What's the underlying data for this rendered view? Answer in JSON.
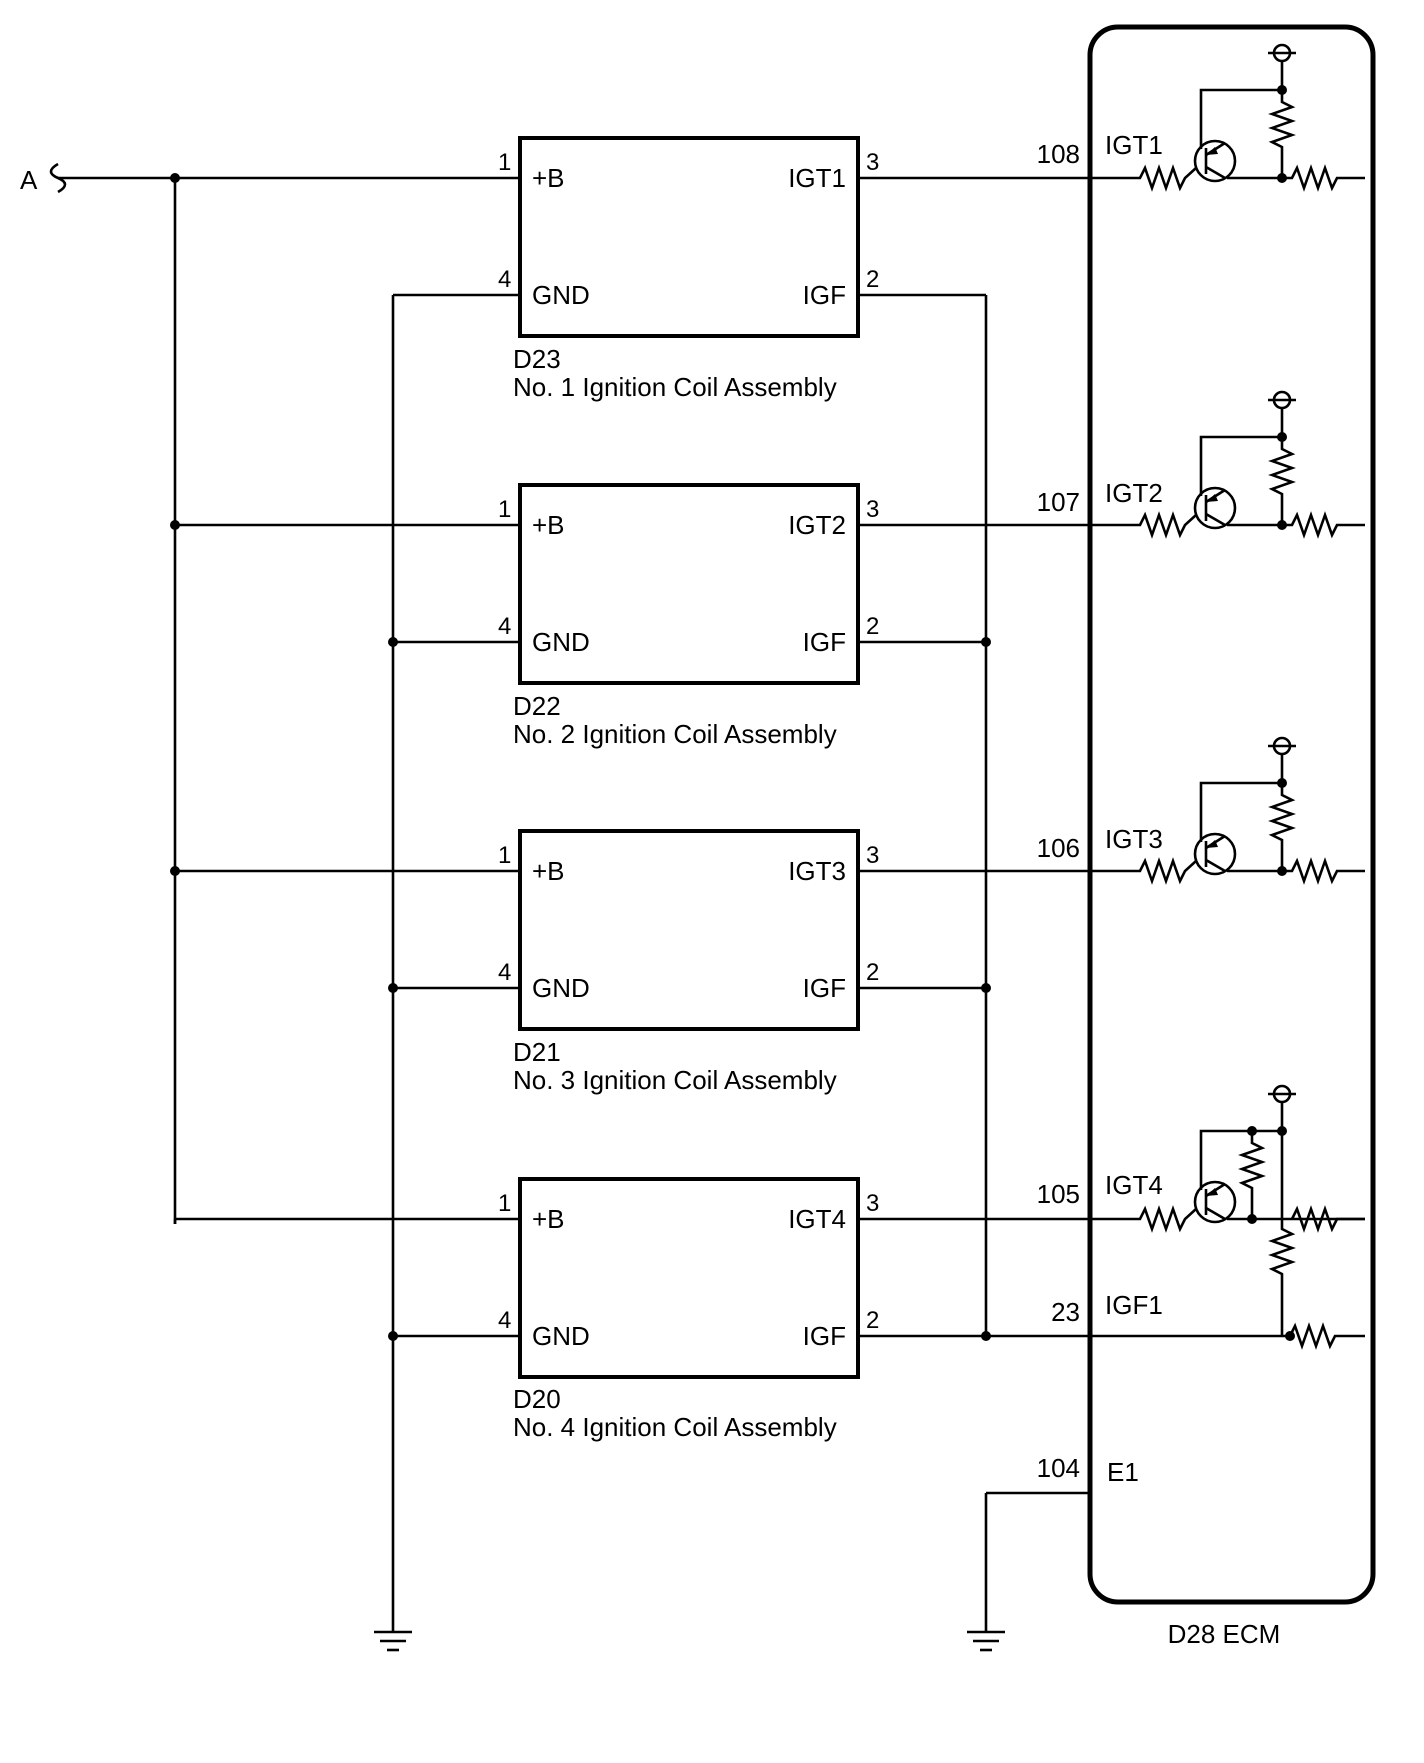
{
  "source_label": "A",
  "coils": [
    {
      "code": "D23",
      "name": "No. 1 Ignition Coil Assembly",
      "pin_b": "1",
      "label_b": "+B",
      "pin_gnd": "4",
      "label_gnd": "GND",
      "pin_igt": "3",
      "label_igt": "IGT1",
      "pin_igf": "2",
      "label_igf": "IGF"
    },
    {
      "code": "D22",
      "name": "No. 2 Ignition Coil Assembly",
      "pin_b": "1",
      "label_b": "+B",
      "pin_gnd": "4",
      "label_gnd": "GND",
      "pin_igt": "3",
      "label_igt": "IGT2",
      "pin_igf": "2",
      "label_igf": "IGF"
    },
    {
      "code": "D21",
      "name": "No. 3 Ignition Coil Assembly",
      "pin_b": "1",
      "label_b": "+B",
      "pin_gnd": "4",
      "label_gnd": "GND",
      "pin_igt": "3",
      "label_igt": "IGT3",
      "pin_igf": "2",
      "label_igf": "IGF"
    },
    {
      "code": "D20",
      "name": "No. 4 Ignition Coil Assembly",
      "pin_b": "1",
      "label_b": "+B",
      "pin_gnd": "4",
      "label_gnd": "GND",
      "pin_igt": "3",
      "label_igt": "IGT4",
      "pin_igf": "2",
      "label_igf": "IGF"
    }
  ],
  "ecm": {
    "title": "D28 ECM",
    "terminals": [
      {
        "pin": "108",
        "label": "IGT1"
      },
      {
        "pin": "107",
        "label": "IGT2"
      },
      {
        "pin": "106",
        "label": "IGT3"
      },
      {
        "pin": "105",
        "label": "IGT4"
      },
      {
        "pin": "23",
        "label": "IGF1"
      },
      {
        "pin": "104",
        "label": "E1"
      }
    ]
  }
}
